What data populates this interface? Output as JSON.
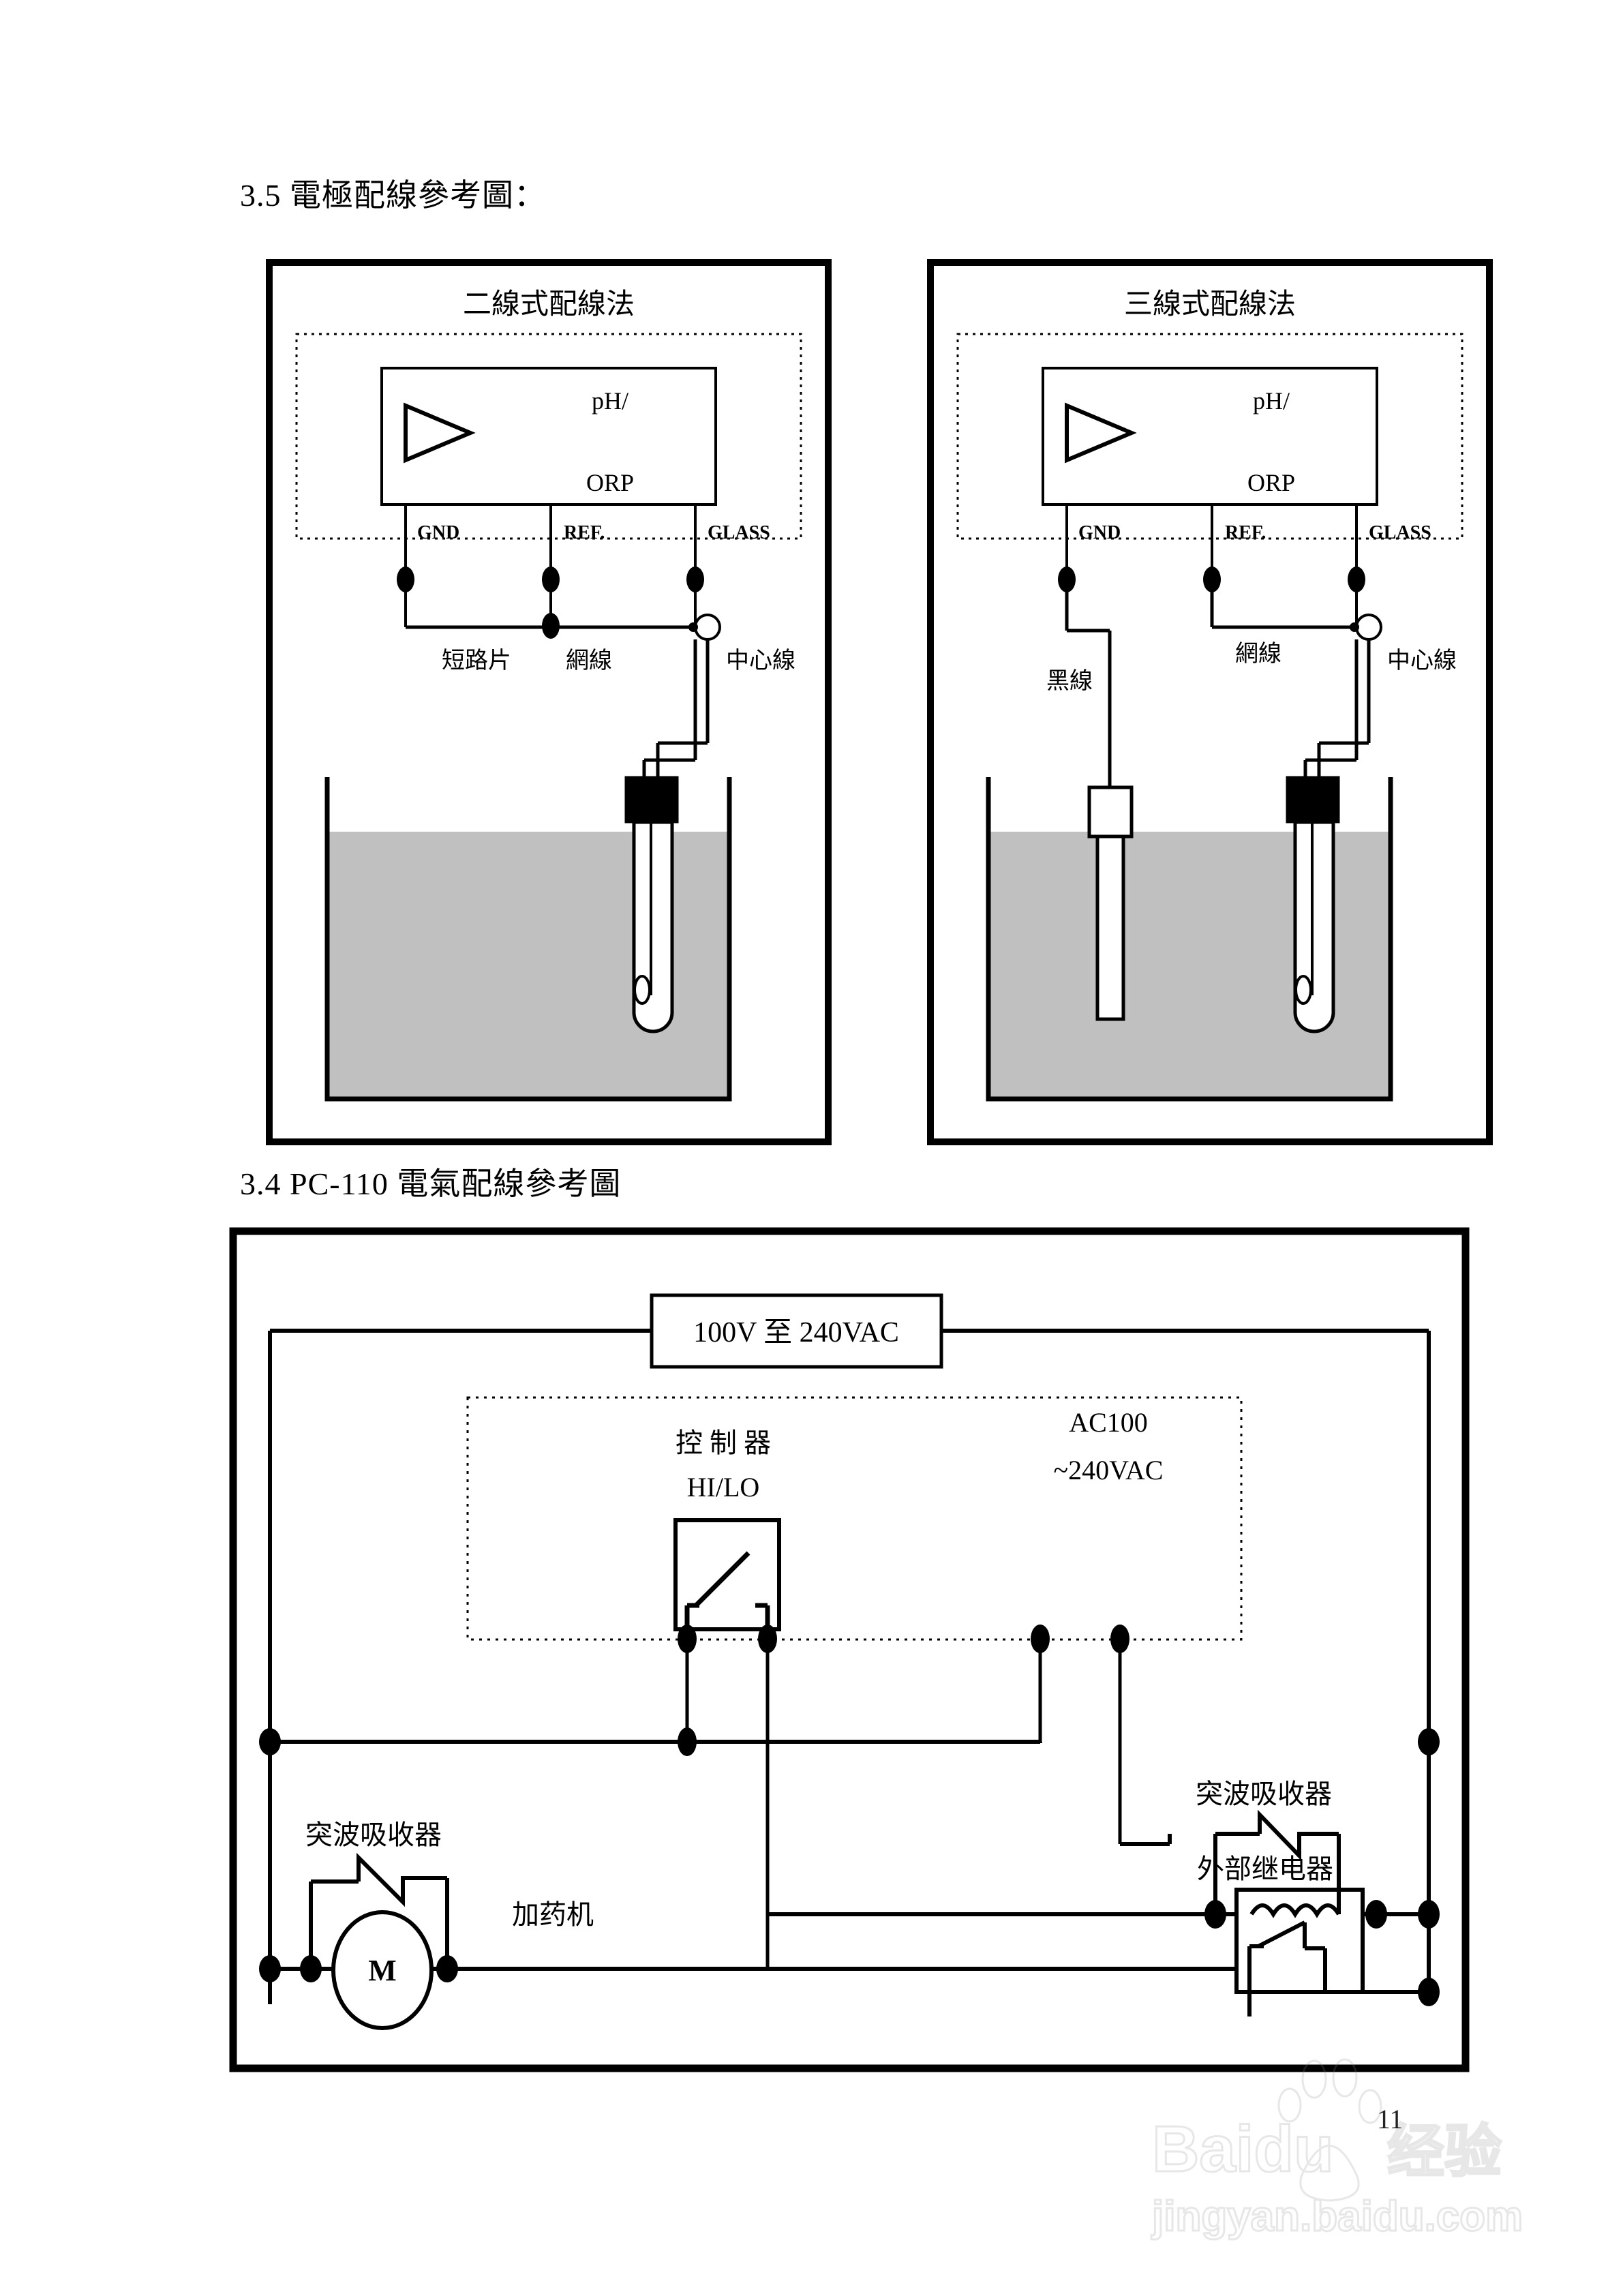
{
  "document": {
    "page_number": "11",
    "watermark": {
      "brand": "Baidu",
      "brand_cn": "经验",
      "url": "jingyan.baidu.com"
    }
  },
  "sections": [
    {
      "id": "3.5",
      "heading": "3.5 電極配線參考圖："
    },
    {
      "id": "3.4",
      "heading": "3.4 PC-110 電氣配線參考圖"
    }
  ],
  "electrode_diagrams": [
    {
      "title": "二線式配線法",
      "device_labels": {
        "ph": "pH/",
        "orp": "ORP"
      },
      "terminals": [
        "GND",
        "REF.",
        "GLASS"
      ],
      "wire_labels": [
        "短路片",
        "網線",
        "中心線"
      ],
      "probe_count": 1
    },
    {
      "title": "三線式配線法",
      "device_labels": {
        "ph": "pH/",
        "orp": "ORP"
      },
      "terminals": [
        "GND",
        "REF.",
        "GLASS"
      ],
      "wire_labels": [
        "黑線",
        "網線",
        "中心線"
      ],
      "probe_count": 2
    }
  ],
  "pc110_diagram": {
    "supply_label": "100V 至 240VAC",
    "controller_label": "控 制 器",
    "controller_mode": "HI/LO",
    "ac_label_line1": "AC100",
    "ac_label_line2": "~240VAC",
    "surge_absorber_left": "突波吸收器",
    "surge_absorber_right": "突波吸收器",
    "external_relay": "外部继电器",
    "dosing_machine": "加药机",
    "motor_symbol": "M"
  },
  "colors": {
    "ink": "#000000",
    "liquid": "#c0c0c0",
    "paper": "#ffffff"
  }
}
